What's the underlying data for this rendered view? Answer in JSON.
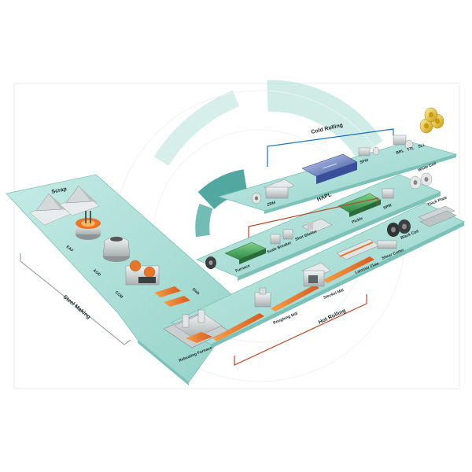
{
  "sections": {
    "steel_making": "Steel Making",
    "hot_rolling": "Hot Rolling",
    "cold_rolling": "Cold Rolling",
    "hapl": "HAPL"
  },
  "labels": {
    "scrap": "Scrap",
    "eaf": "EAF",
    "aod": "AOD",
    "ccm": "CCM",
    "slab": "Slab",
    "reheating_furnace": "Reheating Furnace",
    "roughing_mill": "Roughing Mill",
    "steckel_mill": "Steckel Mill",
    "laminar_flow": "Laminar Flow",
    "shear_cutter": "Shear Cutter",
    "black_coil": "Black Coil",
    "thick_plate": "Thick Plate",
    "furnace": "Furnace",
    "scale_breaker": "Scale Breaker",
    "shot_blaster": "Shot Blaster",
    "pickle": "Pickle",
    "spm_hapl": "SPM",
    "white_coil": "White Coil",
    "zrm": "ZRM",
    "spm_cold": "SPM",
    "brl": "BRL",
    "ttl": "TTL",
    "sll": "SLL"
  },
  "colors": {
    "platform": "#a9ddd6",
    "platform_edge": "#7cc2b9",
    "arc": "#3f9e97",
    "hot_metal": "#e8762a",
    "cold_line": "#1e73b8",
    "hot_line": "#b84a2a"
  }
}
